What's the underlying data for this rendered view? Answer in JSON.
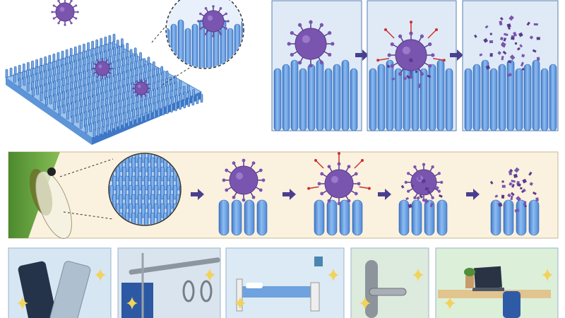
{
  "colors": {
    "background": "#ffffff",
    "pillar": "#5b93dc",
    "pillar_highlight": "#a9ccf2",
    "virus": "#7a55b0",
    "virus_dark": "#5a3a8c",
    "panel_blue": "#dfeaf6",
    "band_cream": "#fbf1df",
    "leaf_green": "#5f9a3a",
    "arrow": "#4a3f8f",
    "stress_arrow": "#cc3030",
    "sparkle": "#f2d25a"
  },
  "sections": {
    "surface_overview": {
      "icon": "nanopillar-surface-with-viruses"
    },
    "mechanism_panels": [
      {
        "stage": "virus-lands-on-pillars"
      },
      {
        "stage": "virus-stretched"
      },
      {
        "stage": "virus-ruptured"
      }
    ],
    "cicada_band": {
      "icon": "cicada-on-leaf",
      "stages": [
        "wing-nanostructure",
        "virus-on-pillars",
        "virus-stretched",
        "virus-tearing",
        "virus-fragmented"
      ]
    },
    "applications": [
      {
        "icon": "smartphone-icon"
      },
      {
        "icon": "handrail-icon"
      },
      {
        "icon": "hospital-bed-icon"
      },
      {
        "icon": "door-handle-icon"
      },
      {
        "icon": "desk-laptop-icon"
      }
    ]
  }
}
